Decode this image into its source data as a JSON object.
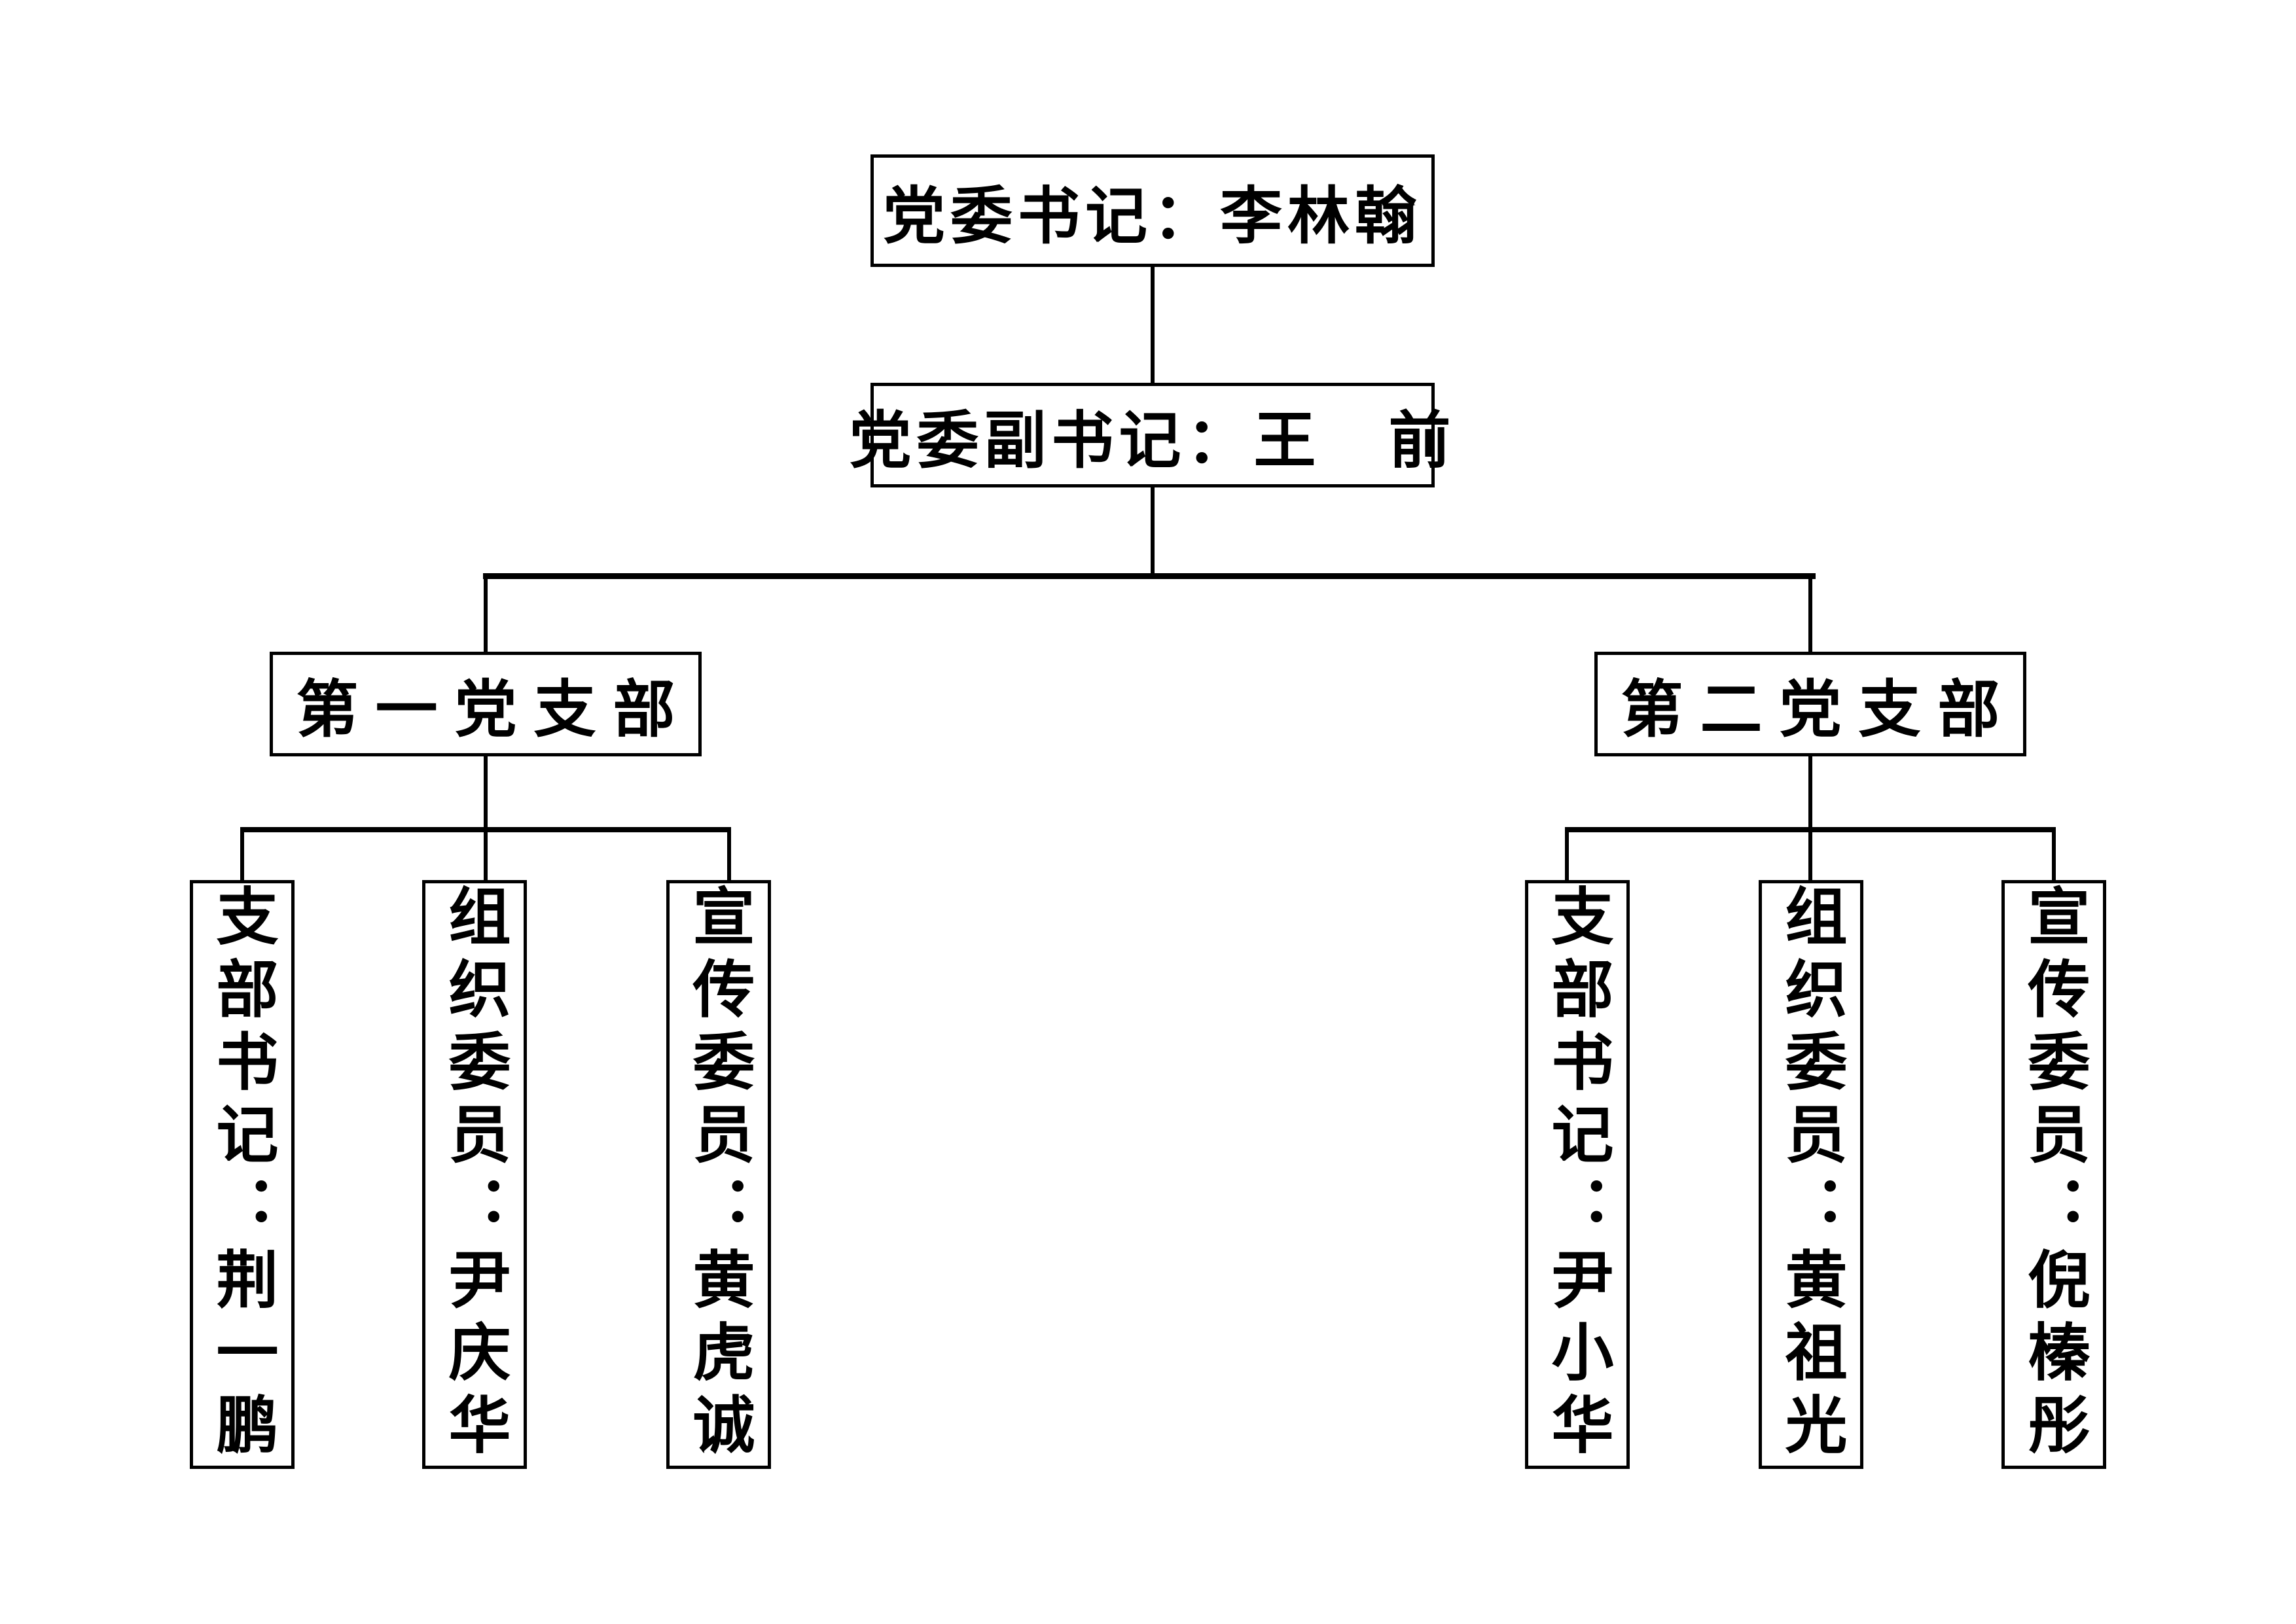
{
  "org_chart": {
    "type": "org-tree",
    "root": {
      "label": "党委书记：李林翰",
      "role": "党委书记",
      "name": "李林翰"
    },
    "deputy": {
      "label": "党委副书记：王　前",
      "role": "党委副书记",
      "name": "王 前"
    },
    "branches": [
      {
        "label": "第一党支部",
        "members": [
          {
            "label": "支部书记：荆一鹏",
            "role": "支部书记",
            "name": "荆一鹏"
          },
          {
            "label": "组织委员：尹庆华",
            "role": "组织委员",
            "name": "尹庆华"
          },
          {
            "label": "宣传委员：黄虎诚",
            "role": "宣传委员",
            "name": "黄虎诚"
          }
        ]
      },
      {
        "label": "第二党支部",
        "members": [
          {
            "label": "支部书记：尹小华",
            "role": "支部书记",
            "name": "尹小华"
          },
          {
            "label": "组织委员：黄祖光",
            "role": "组织委员",
            "name": "黄祖光"
          },
          {
            "label": "宣传委员：倪榛彤",
            "role": "宣传委员",
            "name": "倪榛彤"
          }
        ]
      }
    ],
    "colors": {
      "background": "#ffffff",
      "box_border": "#000000",
      "text": "#000000",
      "connector": "#000000"
    }
  }
}
